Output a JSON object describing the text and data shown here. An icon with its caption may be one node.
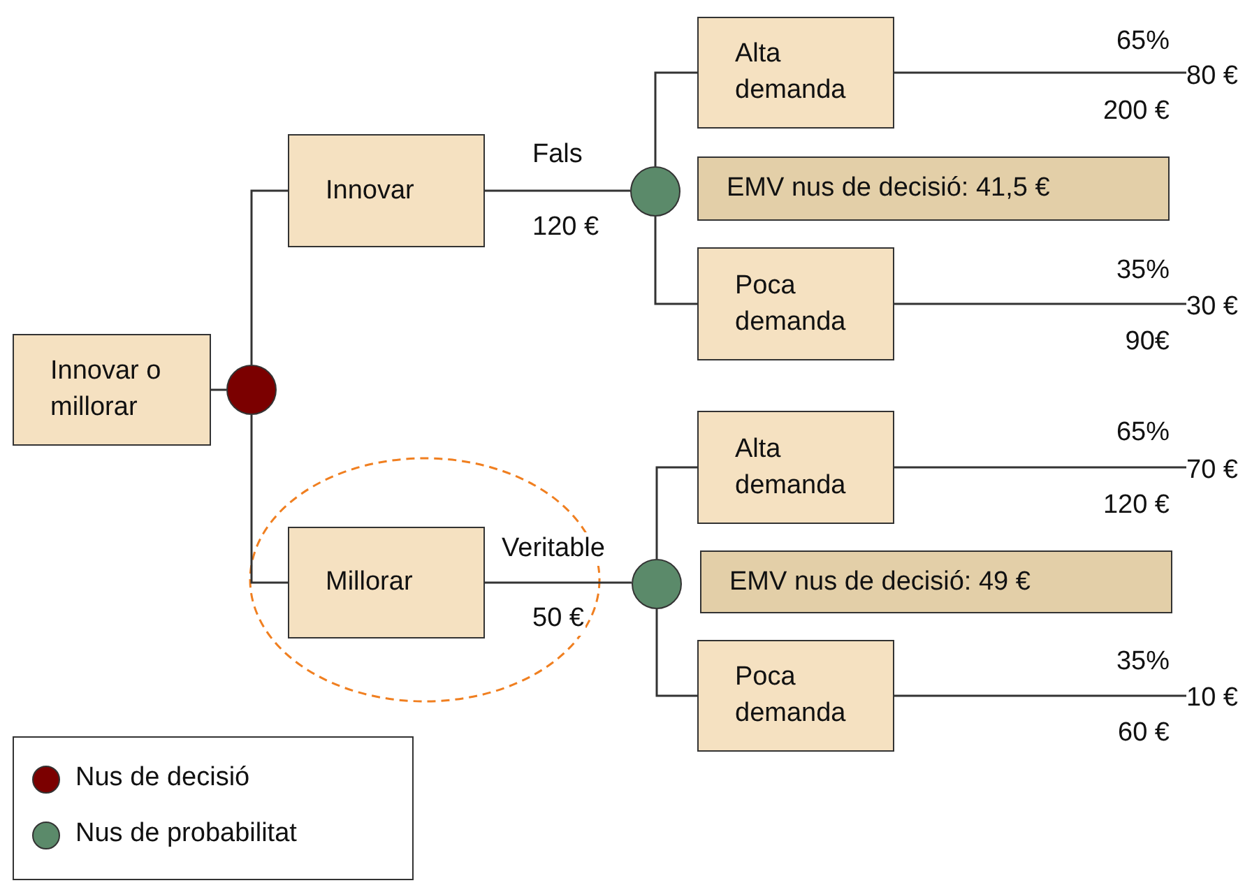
{
  "diagram": {
    "nodes": [
      {
        "text": [
          "Innovar o millorar"
        ]
      },
      {
        "text": [],
        "shape": "circle"
      },
      {
        "text": [
          "Innovar"
        ]
      },
      {
        "text": [
          "Millorar"
        ]
      },
      {
        "text": [],
        "shape": "circle"
      },
      {
        "text": [],
        "shape": "circle"
      },
      {
        "text": [
          "Alta demanda"
        ]
      },
      {
        "text": [
          "EMV nus de decisió: 41,5 €"
        ]
      },
      {
        "text": [
          "Poca demanda"
        ]
      },
      {
        "text": [
          "Alta demanda"
        ]
      },
      {
        "text": [
          "EMV nus de decisió: 49 €"
        ]
      },
      {
        "text": [
          "Poca demanda"
        ]
      },
      {
        "text": [
          "80 €"
        ]
      },
      {
        "text": [
          "30 €"
        ]
      },
      {
        "text": [
          "70 €"
        ]
      },
      {
        "text": [
          "10 €"
        ]
      }
    ],
    "edges": [
      {
        "from": 0,
        "to": 1,
        "arrow": "none"
      },
      {
        "from": 1,
        "to": 2,
        "arrow": "none"
      },
      {
        "from": 1,
        "to": 3,
        "arrow": "none"
      },
      {
        "from": 2,
        "to": 4,
        "arrow": "none",
        "label": "Fals"
      },
      {
        "from": 3,
        "to": 5,
        "arrow": "none",
        "label": "Veritable"
      },
      {
        "from": 4,
        "to": 6,
        "arrow": "none"
      },
      {
        "from": 4,
        "to": 8,
        "arrow": "none"
      },
      {
        "from": 5,
        "to": 9,
        "arrow": "none"
      },
      {
        "from": 5,
        "to": 11,
        "arrow": "none"
      },
      {
        "from": 6,
        "to": 12,
        "arrow": "none",
        "label": "65%"
      },
      {
        "from": 8,
        "to": 13,
        "arrow": "none",
        "label": "35%"
      },
      {
        "from": 9,
        "to": 14,
        "arrow": "none",
        "label": "65%"
      },
      {
        "from": 11,
        "to": 15,
        "arrow": "none",
        "label": "35%"
      }
    ],
    "labels": [
      "120 €",
      "50 €",
      "200 €",
      "90€",
      "120 €",
      "60 €"
    ],
    "legend": [
      {
        "text": "Nus de decisió",
        "color": "#7b0000"
      },
      {
        "text": "Nus de probabilitat",
        "color": "#5b8a6a"
      }
    ]
  }
}
